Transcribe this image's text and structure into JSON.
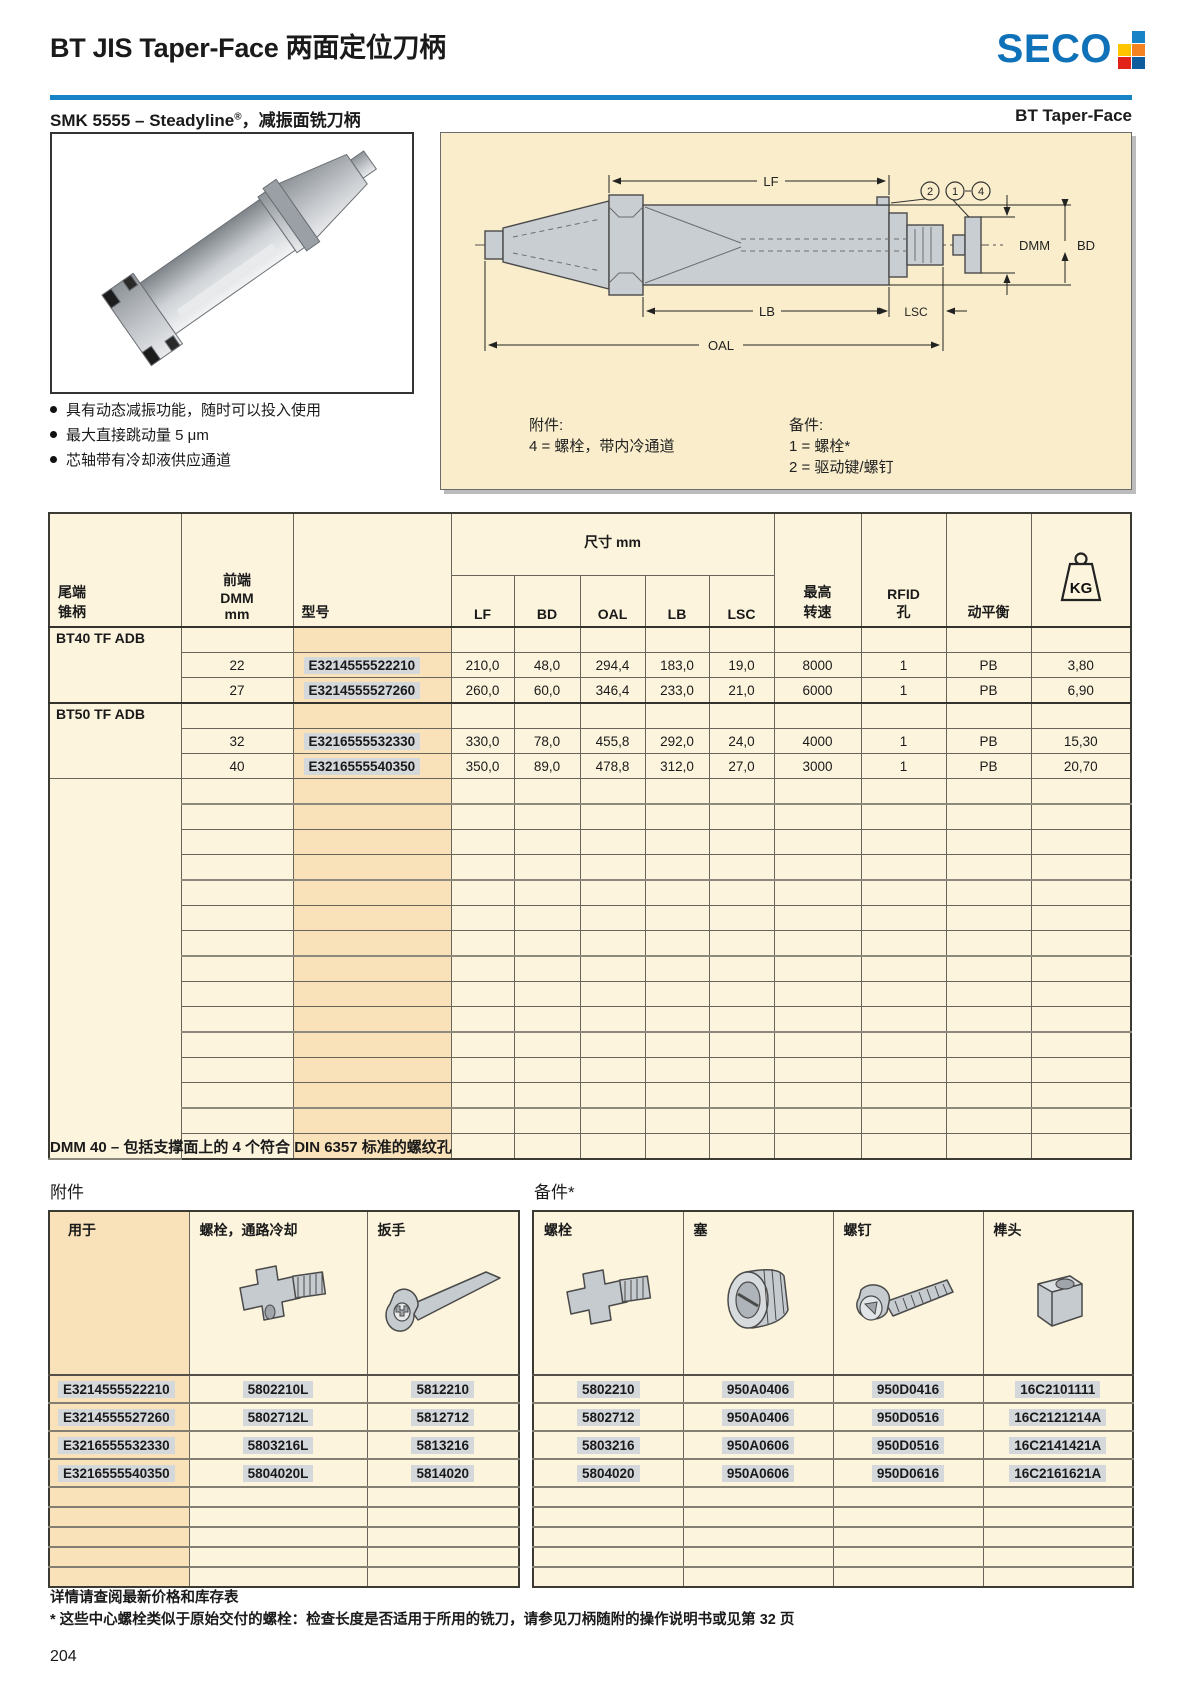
{
  "header": {
    "title": "BT JIS Taper-Face 两面定位刀柄",
    "brand": "SECO",
    "subtitle_left_a": "SMK 5555 – Steadyline",
    "subtitle_left_sup": "®",
    "subtitle_left_b": "，减振面铣刀柄",
    "subtitle_right": "BT Taper-Face",
    "accent_color": "#1583C6",
    "brand_color": "#0F72B9"
  },
  "features": [
    "具有动态减振功能，随时可以投入使用",
    "最大直接跳动量 5 μm",
    "芯轴带有冷却液供应通道"
  ],
  "diagram": {
    "dim_labels": {
      "lf": "LF",
      "bd": "BD",
      "dmm": "DMM",
      "lb": "LB",
      "lsc": "LSC",
      "oal": "OAL"
    },
    "callouts": [
      "2",
      "1",
      "4"
    ],
    "notes_left": {
      "title": "附件:",
      "lines": [
        "4 = 螺栓，带内冷通道"
      ]
    },
    "notes_right": {
      "title": "备件:",
      "lines": [
        "1 = 螺栓*",
        "2 = 驱动键/螺钉"
      ]
    }
  },
  "main_table": {
    "col_headers": {
      "shank": "尾端\n锥柄",
      "dmm": "前端\nDMM\nmm",
      "model": "型号",
      "size_group": "尺寸 mm",
      "size_cols": [
        "LF",
        "BD",
        "OAL",
        "LB",
        "LSC"
      ],
      "rpm": "最高\n转速",
      "rfid": "RFID\n孔",
      "balance": "动平衡",
      "weight_unit": "KG"
    },
    "groups": [
      {
        "name": "BT40 TF ADB",
        "rows": [
          {
            "dmm": "22",
            "model": "E3214555522210",
            "lf": "210,0",
            "bd": "48,0",
            "oal": "294,4",
            "lb": "183,0",
            "lsc": "19,0",
            "rpm": "8000",
            "rfid": "1",
            "balance": "PB",
            "kg": "3,80"
          },
          {
            "dmm": "27",
            "model": "E3214555527260",
            "lf": "260,0",
            "bd": "60,0",
            "oal": "346,4",
            "lb": "233,0",
            "lsc": "21,0",
            "rpm": "6000",
            "rfid": "1",
            "balance": "PB",
            "kg": "6,90"
          }
        ]
      },
      {
        "name": "BT50 TF ADB",
        "rows": [
          {
            "dmm": "32",
            "model": "E3216555532330",
            "lf": "330,0",
            "bd": "78,0",
            "oal": "455,8",
            "lb": "292,0",
            "lsc": "24,0",
            "rpm": "4000",
            "rfid": "1",
            "balance": "PB",
            "kg": "15,30"
          },
          {
            "dmm": "40",
            "model": "E3216555540350",
            "lf": "350,0",
            "bd": "89,0",
            "oal": "478,8",
            "lb": "312,0",
            "lsc": "27,0",
            "rpm": "3000",
            "rfid": "1",
            "balance": "PB",
            "kg": "20,70"
          }
        ]
      }
    ],
    "empty_rows": 15,
    "footnote": "DMM 40 – 包括支撑面上的 4 个符合 DIN 6357 标准的螺纹孔"
  },
  "accessories": {
    "heading": "附件",
    "col_headers": [
      "用于",
      "螺栓，通路冷却",
      "扳手"
    ],
    "rows": [
      [
        "E3214555522210",
        "5802210L",
        "5812210"
      ],
      [
        "E3214555527260",
        "5802712L",
        "5812712"
      ],
      [
        "E3216555532330",
        "5803216L",
        "5813216"
      ],
      [
        "E3216555540350",
        "5804020L",
        "5814020"
      ]
    ],
    "empty_rows": 5
  },
  "spares": {
    "heading": "备件*",
    "col_headers": [
      "螺栓",
      "塞",
      "螺钉",
      "榫头"
    ],
    "rows": [
      [
        "5802210",
        "950A0406",
        "950D0416",
        "16C2101111"
      ],
      [
        "5802712",
        "950A0406",
        "950D0516",
        "16C2121214A"
      ],
      [
        "5803216",
        "950A0606",
        "950D0516",
        "16C2141421A"
      ],
      [
        "5804020",
        "950A0606",
        "950D0616",
        "16C2161621A"
      ]
    ],
    "empty_rows": 5
  },
  "footer": {
    "note1": "详情请查阅最新价格和库存表",
    "note2": "* 这些中心螺栓类似于原始交付的螺栓：检查长度是否适用于所用的铣刀，请参见刀柄随附的操作说明书或见第 32 页",
    "page_number": "204"
  }
}
